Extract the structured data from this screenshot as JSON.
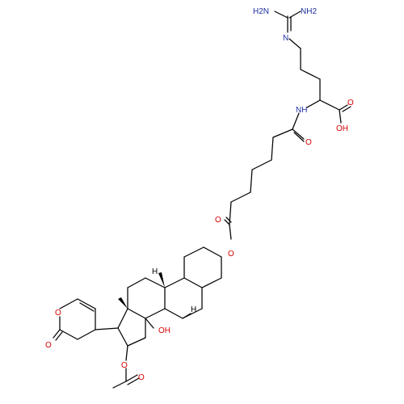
{
  "molecule": {
    "colors": {
      "carbon": "#000000",
      "nitrogen": "#1e2fa0",
      "oxygen": "#d40000"
    },
    "labels": {
      "nh2_left": "H2N",
      "nh2_right": "NH2",
      "imine_n": "N",
      "amide_nh": "NH",
      "acid_o": "O",
      "acid_oh": "OH",
      "amide_o": "O",
      "ester_o_carbonyl": "O",
      "ester_o_link": "O",
      "steroid_oh": "OH",
      "pyranone_ring_o": "O",
      "pyranone_carbonyl_o": "O",
      "acetate_link_o": "O",
      "acetate_carbonyl_o": "O",
      "stereo_h_1": "H",
      "stereo_h_2": "H"
    }
  }
}
